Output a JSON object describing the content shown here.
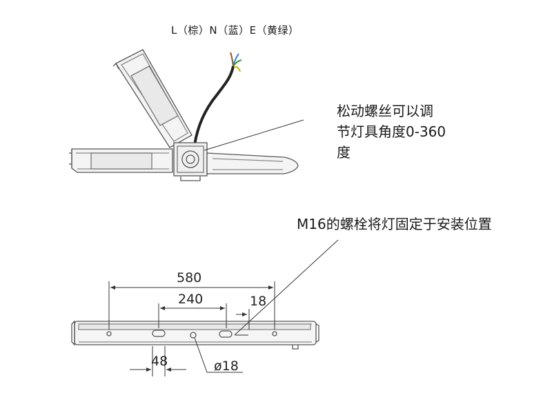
{
  "labels": {
    "wire_colors": "L（棕）N（蓝）E（黄绿）",
    "adjust_note_line1": "松动螺丝可以调",
    "adjust_note_line2": "节灯具角度0-360",
    "adjust_note_line3": "度",
    "mount_note": "M16的螺栓将灯固定于安装位置"
  },
  "dimensions": {
    "overall_spacing": "580",
    "inner_spacing": "240",
    "slot_width": "18",
    "hole_offset": "48",
    "hole_diameter": "ø18"
  }
}
